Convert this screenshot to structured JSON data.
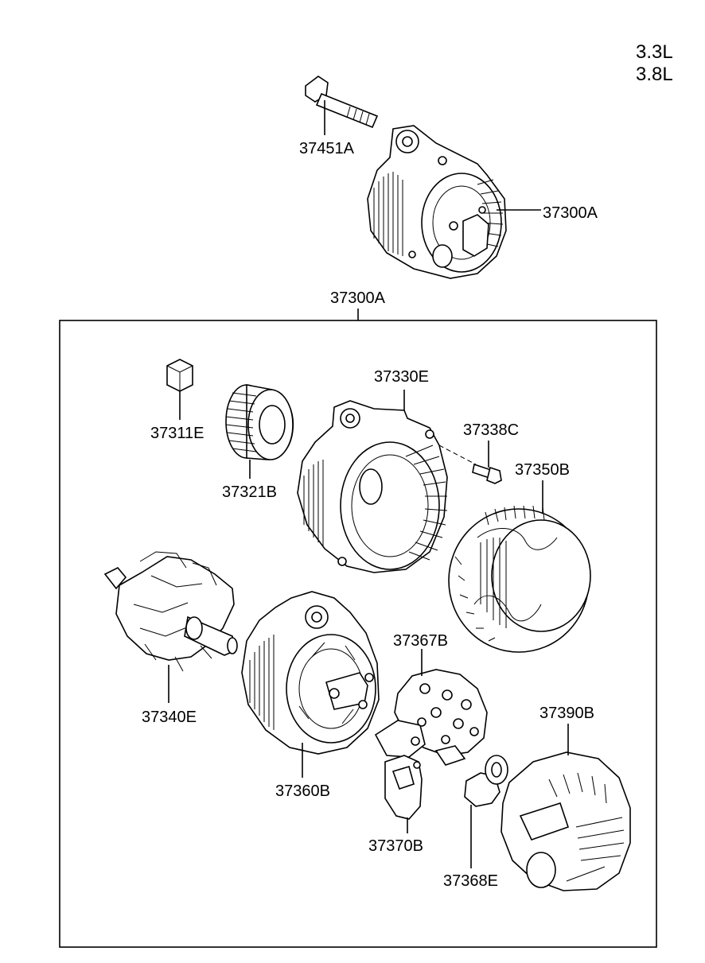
{
  "engine": {
    "line1": "3.3L",
    "line2": "3.8L"
  },
  "parts": {
    "bolt": "37451A",
    "alternator_assy": "37300A",
    "kit_header": "37300A",
    "nut": "37311E",
    "pulley": "37321B",
    "front_bracket": "37330E",
    "bracket_bolt": "37338C",
    "stator": "37350B",
    "rotor": "37340E",
    "rear_bracket": "37360B",
    "rectifier": "37367B",
    "regulator": "37370B",
    "brush_holder": "37368E",
    "rear_cover": "37390B"
  }
}
